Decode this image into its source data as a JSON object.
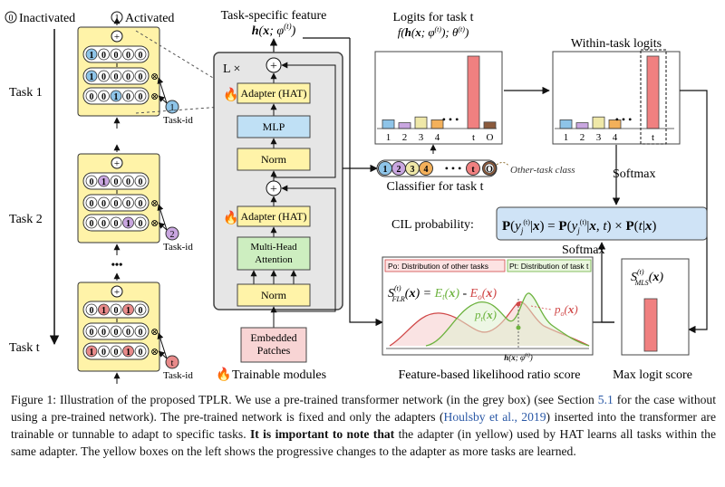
{
  "legend": {
    "inactivated_symbol": "0",
    "inactivated_label": "Inactivated",
    "activated_symbol": "1",
    "activated_label": "Activated"
  },
  "tasks": [
    {
      "label": "Task 1",
      "taskid_symbol": "1",
      "taskid_label": "Task-id",
      "rows": [
        [
          "1",
          "0",
          "0",
          "0",
          "0"
        ],
        [
          "1",
          "0",
          "0",
          "0",
          "0"
        ],
        [
          "0",
          "0",
          "1",
          "0",
          "0"
        ]
      ],
      "row_active": [
        [
          true,
          false,
          false,
          false,
          false
        ],
        [
          true,
          false,
          false,
          false,
          false
        ],
        [
          false,
          false,
          true,
          false,
          false
        ]
      ],
      "taskid_color": "#8ec4e8"
    },
    {
      "label": "Task 2",
      "taskid_symbol": "2",
      "taskid_label": "Task-id",
      "rows": [
        [
          "0",
          "1",
          "0",
          "0",
          "0"
        ],
        [
          "0",
          "0",
          "0",
          "0",
          "0"
        ],
        [
          "0",
          "0",
          "0",
          "1",
          "0"
        ]
      ],
      "row_active": [
        [
          false,
          true,
          false,
          false,
          false
        ],
        [
          false,
          false,
          false,
          false,
          false
        ],
        [
          false,
          false,
          false,
          true,
          false
        ]
      ],
      "taskid_color": "#c9a6e0"
    },
    {
      "label": "Task t",
      "taskid_symbol": "t",
      "taskid_label": "Task-id",
      "rows": [
        [
          "0",
          "1",
          "0",
          "1",
          "0"
        ],
        [
          "0",
          "0",
          "0",
          "0",
          "0"
        ],
        [
          "1",
          "0",
          "0",
          "1",
          "0"
        ]
      ],
      "row_active": [
        [
          false,
          true,
          false,
          true,
          false
        ],
        [
          false,
          false,
          false,
          false,
          false
        ],
        [
          true,
          false,
          false,
          true,
          false
        ]
      ],
      "taskid_color": "#e88a8a"
    }
  ],
  "ellipsis": "•••",
  "transformer": {
    "feature_title": "Task-specific feature",
    "feature_math": "h(x; φ(t))",
    "repeat": "L ×",
    "blocks": [
      "Adapter (HAT)",
      "MLP",
      "Norm",
      "Adapter (HAT)",
      "Multi-Head Attention",
      "Norm"
    ],
    "embedded": "Embedded Patches",
    "plus": "+",
    "trainable_label": "Trainable modules"
  },
  "logits": {
    "title": "Logits for task t",
    "formula": "f(h(x; φ(t)); θ(t))",
    "xticks": [
      "1",
      "2",
      "3",
      "4",
      "t",
      "O"
    ],
    "dots": "• • •"
  },
  "within": {
    "title": "Within-task logits",
    "xticks": [
      "1",
      "2",
      "3",
      "4",
      "t"
    ],
    "dots": "• • •"
  },
  "classifier": {
    "circles": [
      "1",
      "2",
      "3",
      "4",
      "t",
      "O"
    ],
    "dots": "• • •",
    "other_label": "Other-task class",
    "label": "Classifier for task t"
  },
  "softmax1": "Softmax",
  "softmax2": "Softmax",
  "cil": {
    "label": "CIL probability:",
    "formula": "P(yj(t)|x) = P(yj(t)|x, t) × P(t|x)"
  },
  "flr": {
    "legend_po": "Po: Distribution of other tasks",
    "legend_pt": "Pt: Distribution of task t",
    "formula_left": "S(t)FLR(x) = ",
    "formula_et": "Et(x)",
    "formula_minus": " - ",
    "formula_eo": "Eo(x)",
    "pt_label": "pt(x)",
    "po_label": "po(x)",
    "xaxis": "h(x; φ(t))",
    "caption": "Feature-based likelihood ratio score"
  },
  "mls": {
    "formula": "S(t)MLS(x)",
    "caption": "Max logit score"
  },
  "figure_caption": {
    "p1": "Figure 1: Illustration of the proposed TPLR. We use a pre-trained transformer network (in the grey box) (see Section ",
    "sec": "5.1",
    "p2": " for the case without using a pre-trained network). The pre-trained network is fixed and only the adapters (",
    "cite": "Houlsby et al., 2019",
    "p3": ") inserted into the transformer are trainable or tunnable to adapt to specific tasks. ",
    "bold": "It is important to note that",
    "p4": " the adapter (in yellow) used by HAT learns all tasks within the same adapter. The yellow boxes on the left shows the progressive changes to the adapter as more tasks are learned."
  },
  "colors": {
    "adapter_yellow": "#fff3a8",
    "mlp_blue": "#bfe0f5",
    "attention_green": "#cdeec0",
    "embedded_pink": "#f8d4d4",
    "grey_box": "#e6e6e6",
    "po_red": "#d04848",
    "pt_green": "#6db33f",
    "bar_t": "#f08080",
    "bar_o": "#8b5a3c"
  },
  "logit_values": [
    0.12,
    0.08,
    0.16,
    0.12,
    1.0,
    0.09
  ],
  "within_values": [
    0.12,
    0.08,
    0.16,
    0.12,
    1.0
  ]
}
